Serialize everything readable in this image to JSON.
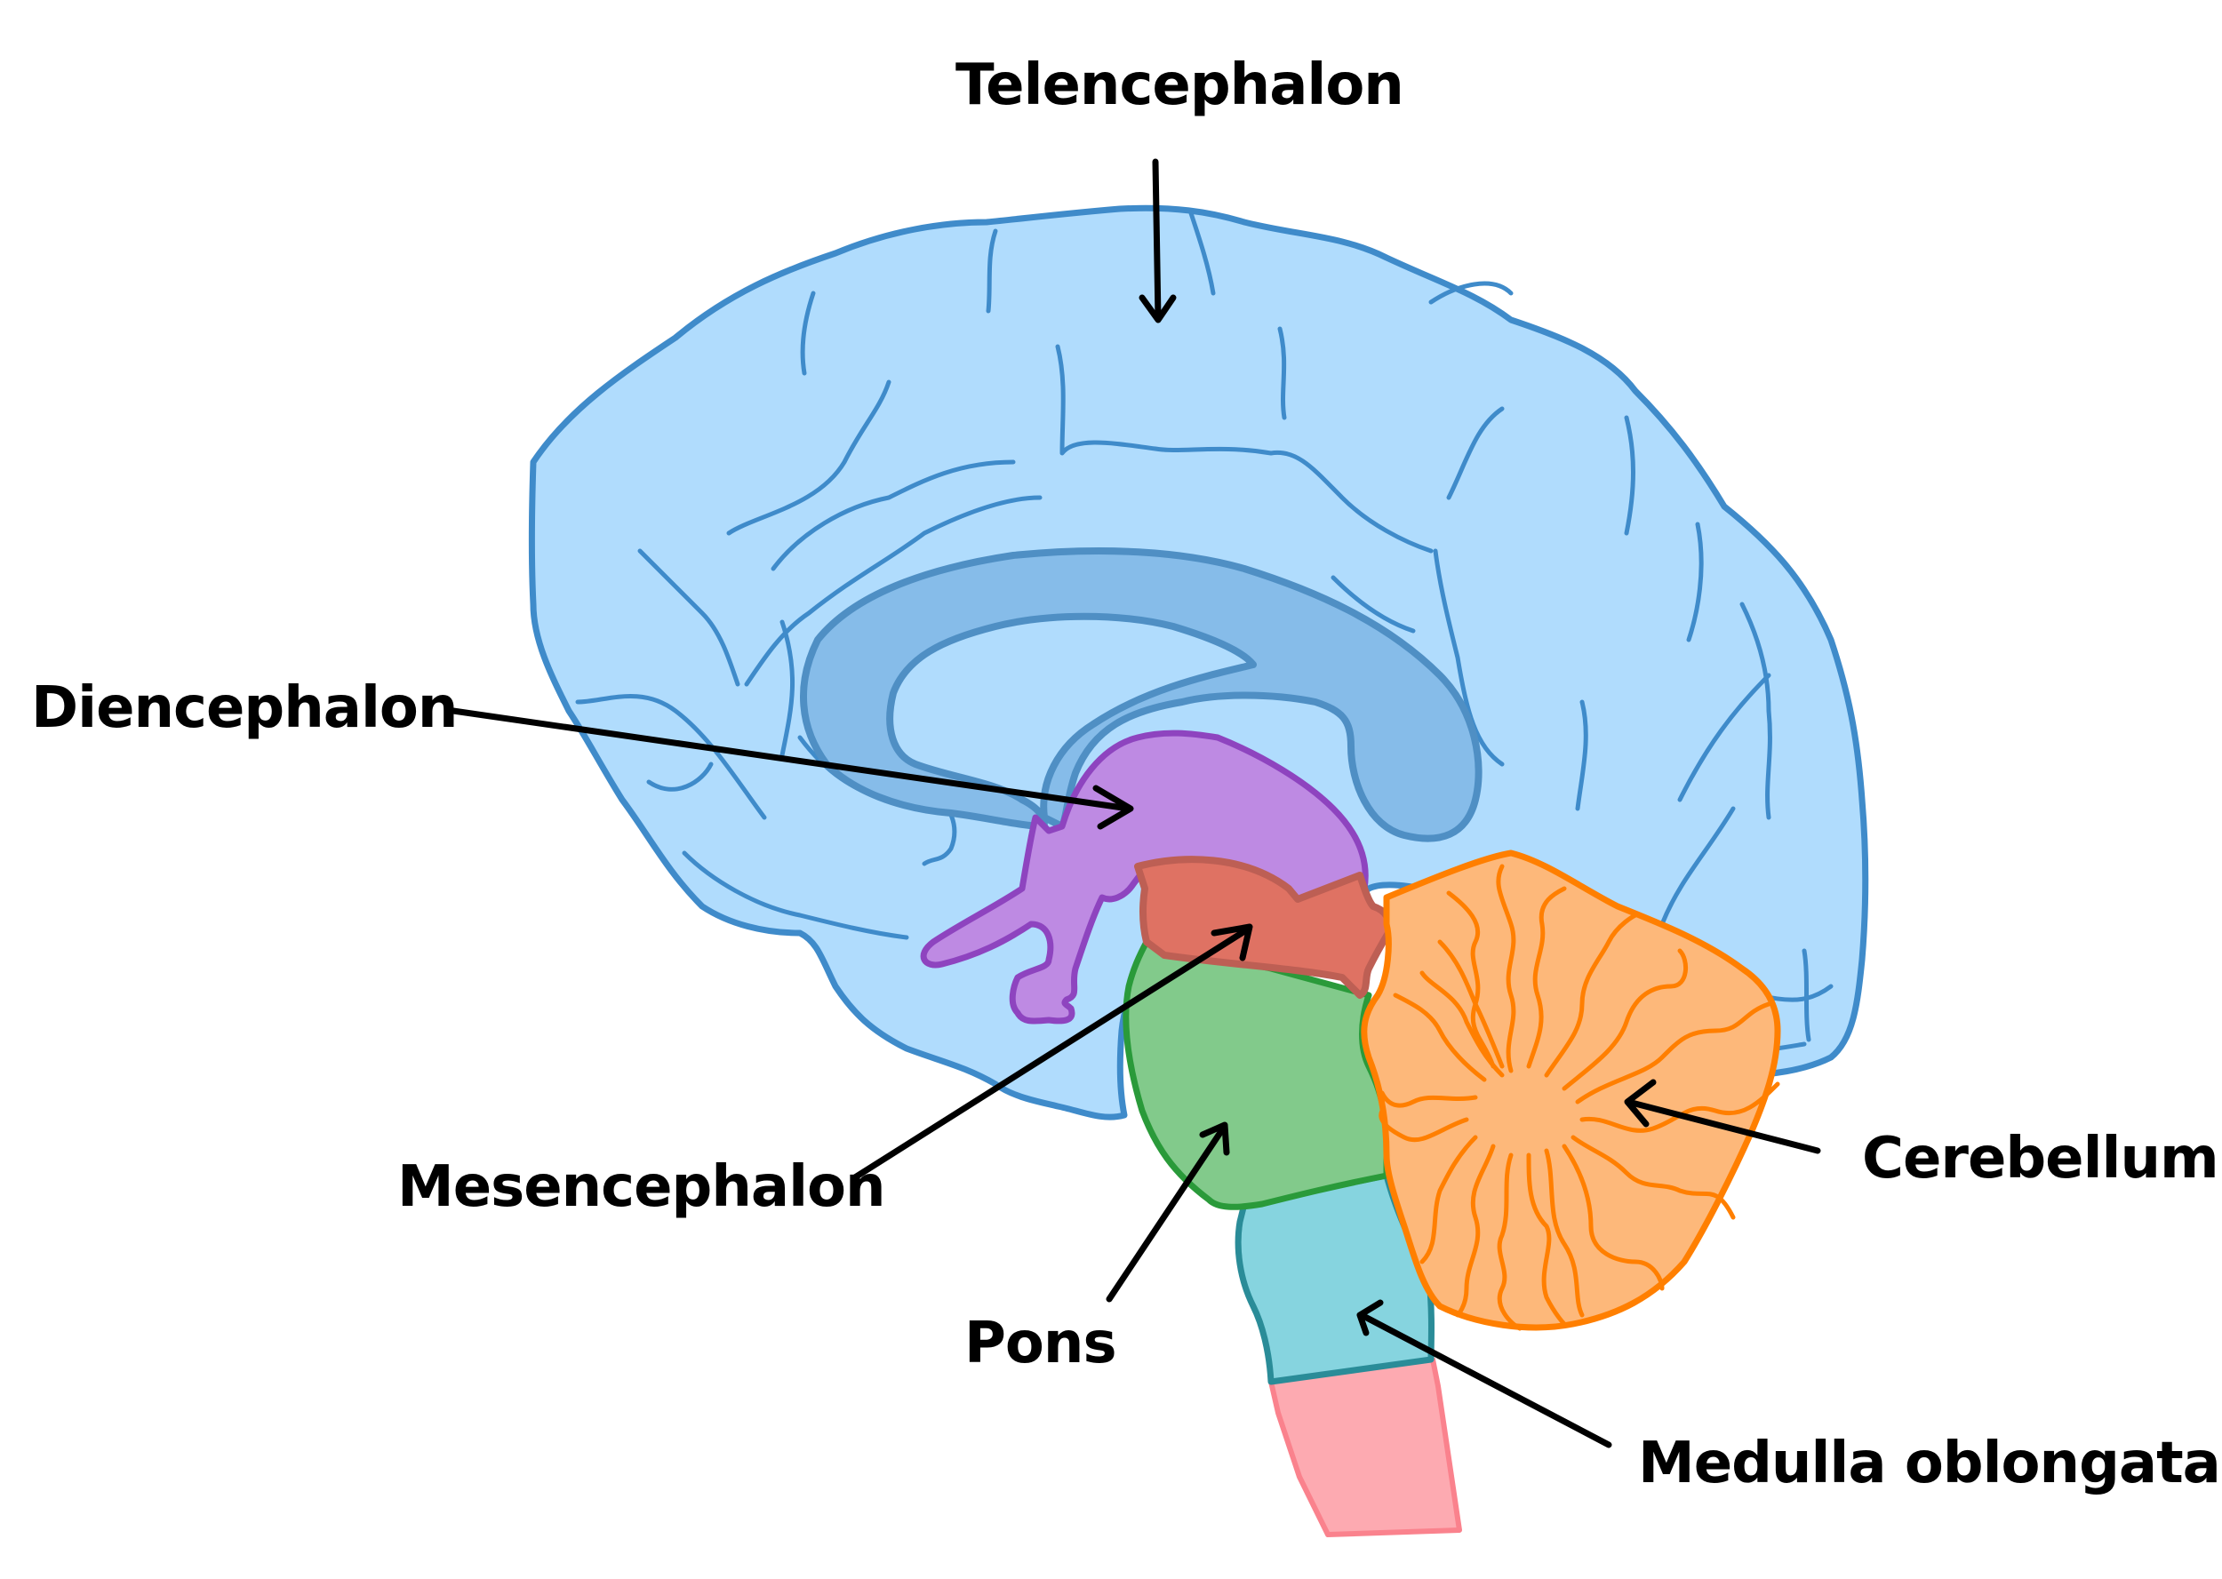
{
  "diagram": {
    "title": "Brain divisions (sagittal section)",
    "colors": {
      "background": "#ffffff",
      "telencephalon_fill": "#b0dcfd",
      "telencephalon_stroke": "#3f8bca",
      "corpus_callosum_fill": "#86bce9",
      "corpus_callosum_stroke": "#4f8fc4",
      "diencephalon_fill": "#be8ae3",
      "diencephalon_stroke": "#8e44bf",
      "mesencephalon_fill": "#df7263",
      "mesencephalon_stroke": "#bd5f54",
      "pons_fill": "#82ca8b",
      "pons_stroke": "#2a9a3a",
      "medulla_fill": "#86d4df",
      "medulla_stroke": "#2a8c98",
      "spinal_cord_fill": "#fdaab1",
      "spinal_cord_stroke": "#fa828d",
      "cerebellum_fill": "#fdb87a",
      "cerebellum_stroke": "#ff7f00",
      "label_text": "#000000"
    },
    "labels": [
      {
        "id": "telencephalon",
        "text": "Telencephalon"
      },
      {
        "id": "diencephalon",
        "text": "Diencephalon"
      },
      {
        "id": "mesencephalon",
        "text": "Mesencephalon"
      },
      {
        "id": "pons",
        "text": "Pons"
      },
      {
        "id": "cerebellum",
        "text": "Cerebellum"
      },
      {
        "id": "medulla",
        "text": "Medulla oblongata"
      }
    ]
  }
}
